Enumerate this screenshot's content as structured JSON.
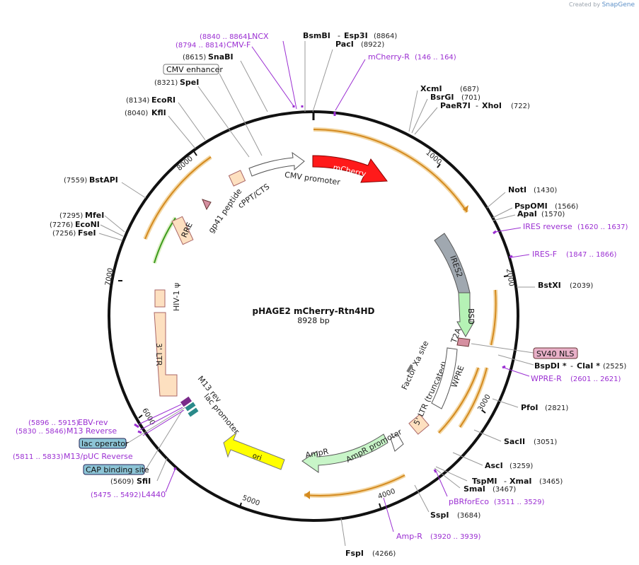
{
  "credit": {
    "prefix": "Created by",
    "brand": "SnapGene"
  },
  "plasmid": {
    "name": "pHAGE2 mCherry-Rtn4HD",
    "length_label": "8928 bp",
    "length": 8928
  },
  "colors": {
    "primer": "#9b2fd2",
    "backbone": "#111111",
    "promoter": "#ffffff",
    "mcherry": "#ff1a1a",
    "ori": "#ffff00",
    "ampr": "#c8f5c8",
    "ltr": "#fde0c0",
    "ires": "#a0a8b0",
    "bsd": "#b5f2b5",
    "misc_orange": "#e8a33a"
  },
  "ticks": [
    "1000",
    "2000",
    "3000",
    "4000",
    "5000",
    "6000",
    "7000",
    "8000"
  ],
  "center": {
    "title": "pHAGE2 mCherry-Rtn4HD",
    "subtitle": "8928 bp"
  },
  "cut_sites": [
    {
      "name": "BsmBI",
      "pos": "",
      "name2": "Esp3I",
      "pos2": "(8864)"
    },
    {
      "name": "PacI",
      "pos": "(8922)"
    },
    {
      "name": "SnaBI",
      "pos": "(8615)"
    },
    {
      "name": "SpeI",
      "pos": "(8321)"
    },
    {
      "name": "EcoRI",
      "pos": "(8134)"
    },
    {
      "name": "KflI",
      "pos": "(8040)"
    },
    {
      "name": "BstAPI",
      "pos": "(7559)"
    },
    {
      "name": "MfeI",
      "pos": "(7295)"
    },
    {
      "name": "EcoNI",
      "pos": "(7276)"
    },
    {
      "name": "FseI",
      "pos": "(7256)"
    },
    {
      "name": "XcmI",
      "pos": "(687)"
    },
    {
      "name": "BsrGI",
      "pos": "(701)"
    },
    {
      "name": "PaeR7I",
      "name2": "XhoI",
      "pos": "(722)"
    },
    {
      "name": "NotI",
      "pos": "(1430)"
    },
    {
      "name": "PspOMI",
      "pos": "(1566)"
    },
    {
      "name": "ApaI",
      "pos": "(1570)"
    },
    {
      "name": "BstXI",
      "pos": "(2039)"
    },
    {
      "name": "BspDI *",
      "name2": "ClaI *",
      "pos": "(2525)"
    },
    {
      "name": "PfoI",
      "pos": "(2821)"
    },
    {
      "name": "SacII",
      "pos": "(3051)"
    },
    {
      "name": "AscI",
      "pos": "(3259)"
    },
    {
      "name": "TspMI",
      "name2": "XmaI",
      "pos": "(3465)"
    },
    {
      "name": "SmaI",
      "pos": "(3467)"
    },
    {
      "name": "SspI",
      "pos": "(3684)"
    },
    {
      "name": "FspI",
      "pos": "(4266)"
    },
    {
      "name": "SfiI",
      "pos": "(5609)"
    }
  ],
  "primers": [
    {
      "name": "LNCX",
      "range": "(8840 .. 8864)"
    },
    {
      "name": "CMV-F",
      "range": "(8794 .. 8814)"
    },
    {
      "name": "mCherry-R",
      "range": "(146 .. 164)"
    },
    {
      "name": "IRES reverse",
      "range": "(1620 .. 1637)"
    },
    {
      "name": "IRES-F",
      "range": "(1847 .. 1866)"
    },
    {
      "name": "WPRE-R",
      "range": "(2601 .. 2621)"
    },
    {
      "name": "pBRforEco",
      "range": "(3511 .. 3529)"
    },
    {
      "name": "Amp-R",
      "range": "(3920 .. 3939)"
    },
    {
      "name": "L4440",
      "range": "(5475 .. 5492)"
    },
    {
      "name": "EBV-rev",
      "range": "(5896 .. 5915)"
    },
    {
      "name": "M13 Reverse",
      "range": "(5830 .. 5846)"
    },
    {
      "name": "M13/pUC Reverse",
      "range": "(5811 .. 5833)"
    }
  ],
  "boxed_features": [
    "CMV enhancer",
    "SV40 NLS",
    "lac operator",
    "CAP binding site"
  ],
  "features": {
    "mcherry": "mCherry",
    "cmv_promoter": "CMV promoter",
    "cppt": "cPPT/CTS",
    "gp41": "gp41 peptide",
    "rre": "RRE",
    "hiv_psi": "HIV-1 ψ",
    "ltr3": "3' LTR",
    "m13rev": "M13 rev",
    "lac_promoter": "lac promoter",
    "ori": "ori",
    "ampr": "AmpR",
    "ampr_promoter": "AmpR promoter",
    "ltr5": "5' LTR (truncated)",
    "factor_xa": "Factor Xa site",
    "wpre": "WPRE",
    "t2a": "T2A",
    "bsd": "BSD",
    "ires2": "IRES2"
  }
}
